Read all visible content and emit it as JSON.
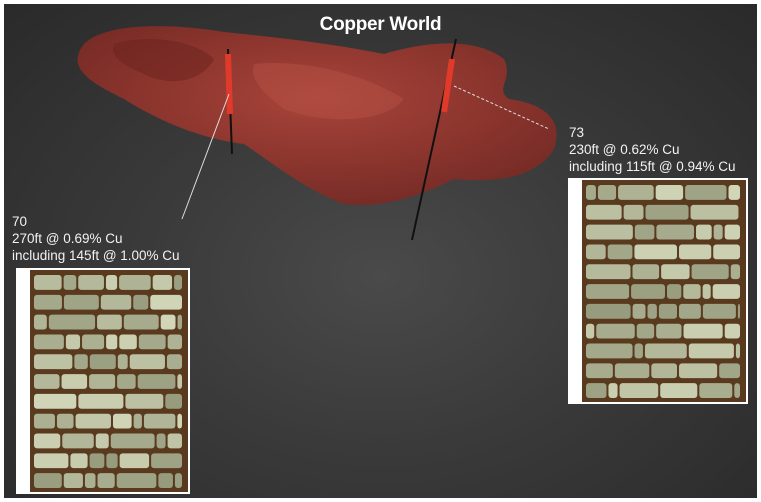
{
  "title": "Copper World",
  "holes": [
    {
      "id": "70",
      "interval": "270ft @ 0.69% Cu",
      "including": "including 145ft @ 1.00% Cu"
    },
    {
      "id": "73",
      "interval": "230ft @ 0.62% Cu",
      "including": "including 115ft @ 0.94% Cu"
    }
  ],
  "colors": {
    "orebody": "#a8362e",
    "drill_highlight": "#e03a2a",
    "core_box": "#5a3a1e",
    "core_rock": "#b9b9a0"
  }
}
